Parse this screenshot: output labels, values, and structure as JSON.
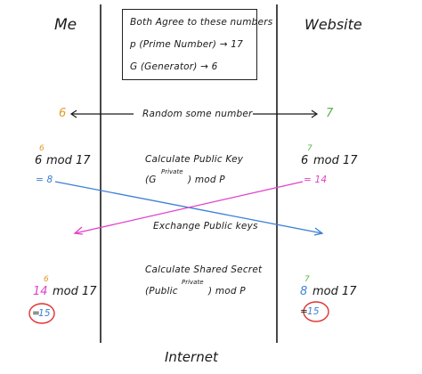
{
  "header": {
    "left_title": "Me",
    "right_title": "Website"
  },
  "agreement_box": {
    "line1": "Both Agree to these numbers",
    "line2": "p (Prime Number) → 17",
    "line3": "G (Generator) → 6"
  },
  "random_step": {
    "label": "Random some number",
    "me_value": "6",
    "website_value": "7"
  },
  "public_key_step": {
    "title": "Calculate Public Key",
    "formula_base": "(G",
    "formula_sup": "Private",
    "formula_tail": ") mod P",
    "me_base": "6",
    "me_exp": "6",
    "me_tail": "mod 17",
    "me_result": "= 8",
    "website_base": "6",
    "website_exp": "7",
    "website_tail": "mod 17",
    "website_result": "= 14"
  },
  "exchange": {
    "label": "Exchange Public keys"
  },
  "shared_secret_step": {
    "title": "Calculate Shared Secret",
    "formula_base": "(Public",
    "formula_sup": "Private",
    "formula_tail": ") mod P",
    "me_base": "14",
    "me_exp": "6",
    "me_tail": "mod 17",
    "me_result_prefix": "=",
    "me_result": "15",
    "website_base": "8",
    "website_exp": "7",
    "website_tail": "mod 17",
    "website_result_prefix": "=",
    "website_result": "15"
  },
  "footer": {
    "label": "Internet"
  },
  "colors": {
    "ink": "#1a1a1a",
    "orange": "#e39a2a",
    "green": "#58b04a",
    "blue": "#3a7fd6",
    "magenta": "#e23fc8",
    "red": "#e0312f"
  }
}
